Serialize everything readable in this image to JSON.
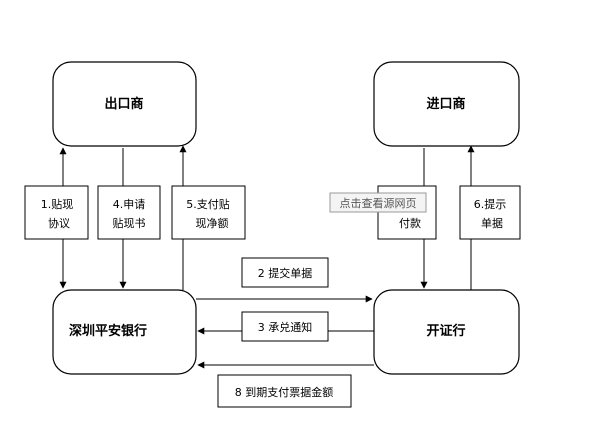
{
  "nodes": {
    "exporter": "出口商",
    "importer": "进口商",
    "bank": "深圳平安银行",
    "issuing_bank": "开证行"
  },
  "edge_labels": {
    "agreement_line1": "1.贴现",
    "agreement_line2": "协议",
    "application_line1": "4.申请",
    "application_line2": "贴现书",
    "payment_line1": "5.支付贴",
    "payment_line2": "现净额",
    "payment_importer_line2": "付款",
    "docs_prompt_line1": "6.提示",
    "docs_prompt_line2": "单据",
    "submit_docs": "2 提交单据",
    "acceptance_notice": "3 承兑通知",
    "maturity_payment": "8 到期支付票据金额"
  },
  "tooltip": {
    "text": "点击查看源网页"
  }
}
